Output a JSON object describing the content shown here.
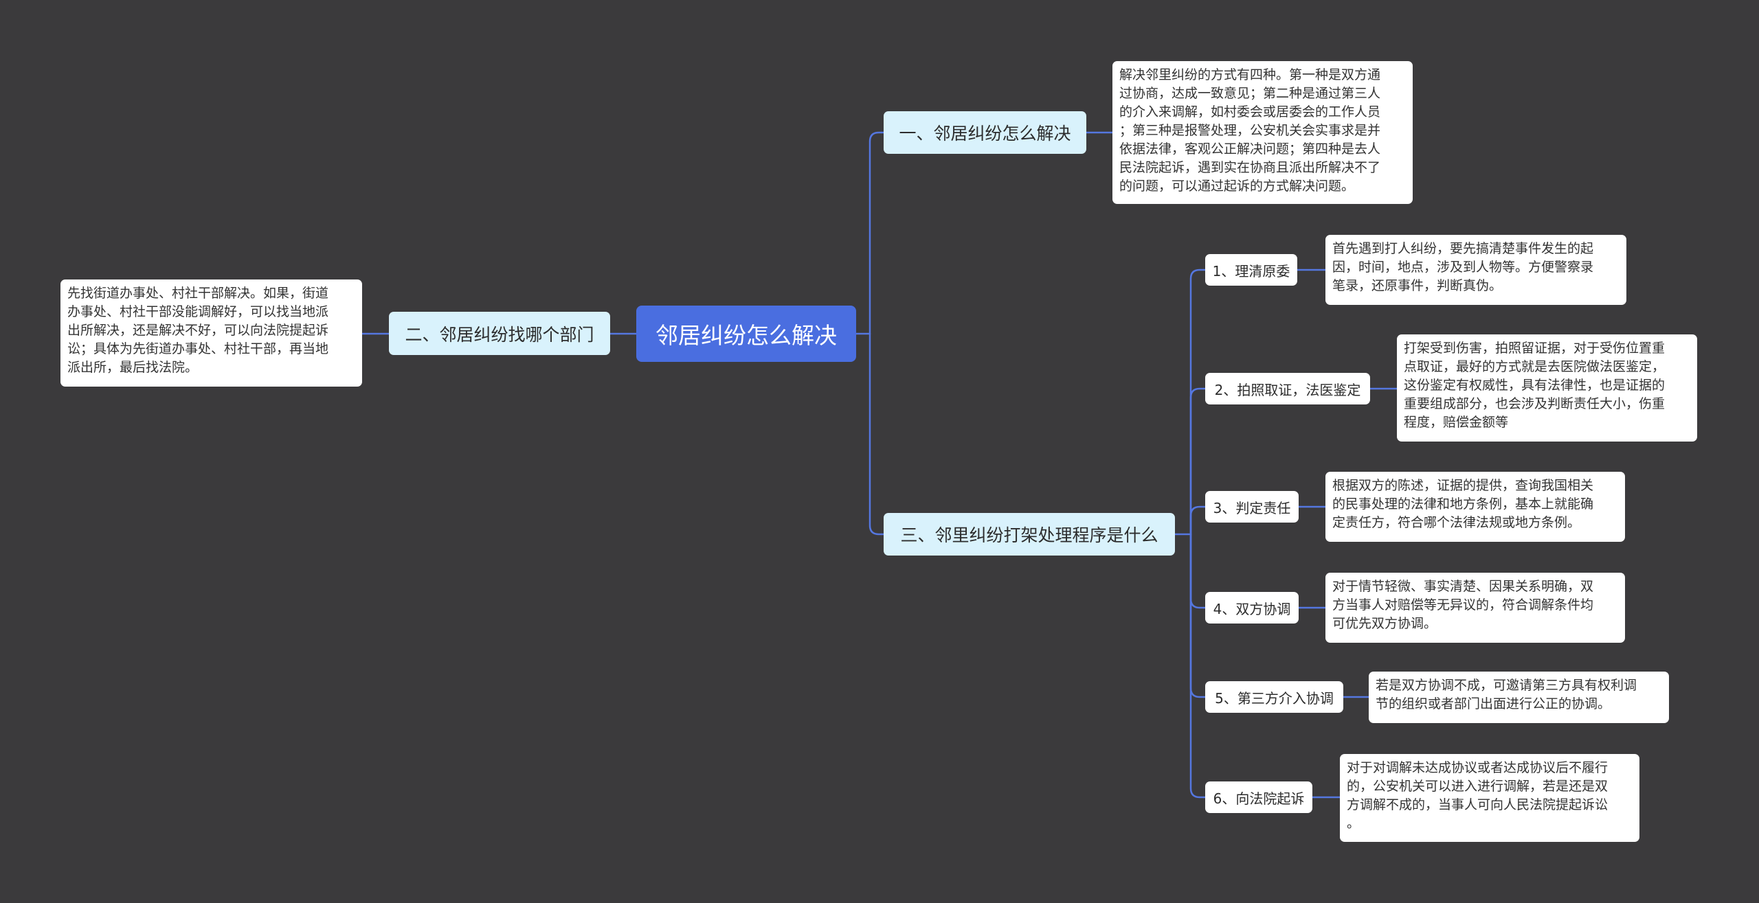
{
  "colors": {
    "background": "#3b3a3c",
    "root_fill": "#4a6ee0",
    "branch_fill": "#d9f2fc",
    "leaf_fill": "#ffffff",
    "connector": "#5577e0"
  },
  "root": {
    "label": "邻居纠纷怎么解决"
  },
  "left_branch": {
    "label": "二、邻居纠纷找哪个部门",
    "note": [
      "先找街道办事处、村社干部解决。如果，街道",
      "办事处、村社干部没能调解好，可以找当地派",
      "出所解决，还是解决不好，可以向法院提起诉",
      "讼；具体为先街道办事处、村社干部，再当地",
      "派出所，最后找法院。"
    ]
  },
  "right_branches": [
    {
      "label": "一、邻居纠纷怎么解决",
      "note": [
        "解决邻里纠纷的方式有四种。第一种是双方通",
        "过协商，达成一致意见；第二种是通过第三人",
        "的介入来调解，如村委会或居委会的工作人员",
        "；第三种是报警处理，公安机关会实事求是并",
        "依据法律，客观公正解决问题；第四种是去人",
        "民法院起诉，遇到实在协商且派出所解决不了",
        "的问题，可以通过起诉的方式解决问题。"
      ]
    },
    {
      "label": "三、邻里纠纷打架处理程序是什么",
      "steps": [
        {
          "label": "1、理清原委",
          "note": [
            "首先遇到打人纠纷，要先搞清楚事件发生的起",
            "因，时间，地点，涉及到人物等。方便警察录",
            "笔录，还原事件，判断真伪。"
          ]
        },
        {
          "label": "2、拍照取证，法医鉴定",
          "note": [
            "打架受到伤害，拍照留证据，对于受伤位置重",
            "点取证，最好的方式就是去医院做法医鉴定，",
            "这份鉴定有权威性，具有法律性，也是证据的",
            "重要组成部分，也会涉及判断责任大小，伤重",
            "程度，赔偿金额等"
          ]
        },
        {
          "label": "3、判定责任",
          "note": [
            "根据双方的陈述，证据的提供，查询我国相关",
            "的民事处理的法律和地方条例，基本上就能确",
            "定责任方，符合哪个法律法规或地方条例。"
          ]
        },
        {
          "label": "4、双方协调",
          "note": [
            "对于情节轻微、事实清楚、因果关系明确，双",
            "方当事人对赔偿等无异议的，符合调解条件均",
            "可优先双方协调。"
          ]
        },
        {
          "label": "5、第三方介入协调",
          "note": [
            "若是双方协调不成，可邀请第三方具有权利调",
            "节的组织或者部门出面进行公正的协调。"
          ]
        },
        {
          "label": "6、向法院起诉",
          "note": [
            "对于对调解未达成协议或者达成协议后不履行",
            "的，公安机关可以进入进行调解，若是还是双",
            "方调解不成的，当事人可向人民法院提起诉讼",
            "。"
          ]
        }
      ]
    }
  ]
}
